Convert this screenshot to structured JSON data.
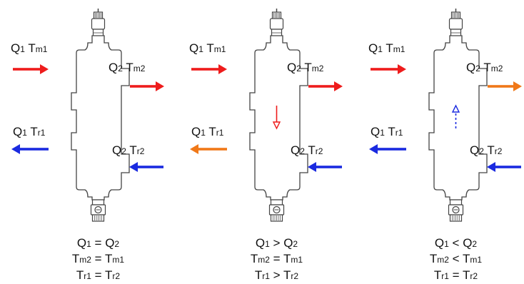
{
  "colors": {
    "red": "#ee1c1c",
    "blue": "#1a2ae0",
    "orange": "#f07818",
    "outline": "#444444",
    "text": "#111111"
  },
  "icons": {
    "top": "air-vent-valve-icon",
    "bottom": "drain-valve-icon"
  },
  "scenarios": [
    {
      "inlet_top": {
        "q": "Q",
        "q_sub": "1",
        "t": "T",
        "t_sub": "m1",
        "arrow": "red",
        "direction": "in"
      },
      "inlet_bottom": {
        "q": "Q",
        "q_sub": "1",
        "t": "T",
        "t_sub": "r1",
        "arrow": "blue",
        "direction": "out"
      },
      "outlet_top": {
        "q": "Q",
        "q_sub": "2",
        "t": "T",
        "t_sub": "m2",
        "arrow": "red",
        "direction": "out"
      },
      "outlet_bottom": {
        "q": "Q",
        "q_sub": "2",
        "t": "T",
        "t_sub": "r2",
        "arrow": "blue",
        "direction": "in"
      },
      "inner_flow": "none",
      "conditions": [
        {
          "a": "Q",
          "a_sub": "1",
          "op": " = ",
          "b": "Q",
          "b_sub": "2"
        },
        {
          "a": "T",
          "a_sub": "m2",
          "op": " = ",
          "b": "T",
          "b_sub": "m1"
        },
        {
          "a": "T",
          "a_sub": "r1",
          "op": " = ",
          "b": "T",
          "b_sub": "r2"
        }
      ]
    },
    {
      "inlet_top": {
        "q": "Q",
        "q_sub": "1",
        "t": "T",
        "t_sub": "m1",
        "arrow": "red",
        "direction": "in"
      },
      "inlet_bottom": {
        "q": "Q",
        "q_sub": "1",
        "t": "T",
        "t_sub": "r1",
        "arrow": "orange",
        "direction": "out"
      },
      "outlet_top": {
        "q": "Q",
        "q_sub": "2",
        "t": "T",
        "t_sub": "m2",
        "arrow": "red",
        "direction": "out"
      },
      "outlet_bottom": {
        "q": "Q",
        "q_sub": "2",
        "t": "T",
        "t_sub": "r2",
        "arrow": "blue",
        "direction": "in"
      },
      "inner_flow": "down",
      "inner_color": "red",
      "conditions": [
        {
          "a": "Q",
          "a_sub": "1",
          "op": "  >  ",
          "b": "Q",
          "b_sub": "2"
        },
        {
          "a": "T",
          "a_sub": "m2",
          "op": " = ",
          "b": "T",
          "b_sub": "m1"
        },
        {
          "a": "T",
          "a_sub": "r1",
          "op": " > ",
          "b": "T",
          "b_sub": "r2"
        }
      ]
    },
    {
      "inlet_top": {
        "q": "Q",
        "q_sub": "1",
        "t": "T",
        "t_sub": "m1",
        "arrow": "red",
        "direction": "in"
      },
      "inlet_bottom": {
        "q": "Q",
        "q_sub": "1",
        "t": "T",
        "t_sub": "r1",
        "arrow": "blue",
        "direction": "out"
      },
      "outlet_top": {
        "q": "Q",
        "q_sub": "2",
        "t": "T",
        "t_sub": "m2",
        "arrow": "orange",
        "direction": "out"
      },
      "outlet_bottom": {
        "q": "Q",
        "q_sub": "2",
        "t": "T",
        "t_sub": "r2",
        "arrow": "blue",
        "direction": "in"
      },
      "inner_flow": "up",
      "inner_color": "blue",
      "conditions": [
        {
          "a": "Q",
          "a_sub": "1",
          "op": " < ",
          "b": "Q",
          "b_sub": "2"
        },
        {
          "a": "T",
          "a_sub": "m2",
          "op": " < ",
          "b": "T",
          "b_sub": "m1"
        },
        {
          "a": "T",
          "a_sub": "r1",
          "op": " = ",
          "b": "T",
          "b_sub": "r2"
        }
      ]
    }
  ]
}
